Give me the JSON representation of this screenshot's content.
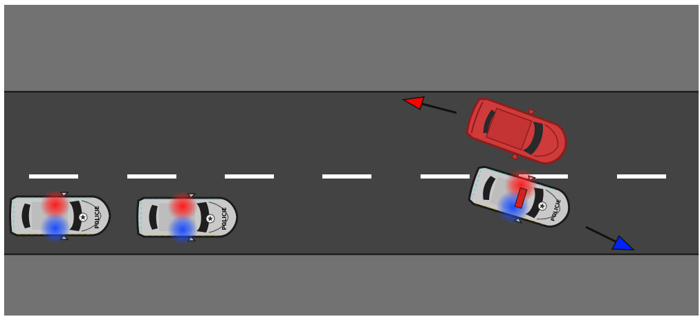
{
  "scene": {
    "colors": {
      "sidewalk": "#727272",
      "road": "#434343",
      "road_edge": "#111111",
      "lane_marking": "#ffffff",
      "suspect_car": "#cf3a3a",
      "suspect_car_dark": "#8f1c1c",
      "police_car": "#c9c9c9",
      "light_red": "#ff1a1a",
      "light_blue": "#1a4dff",
      "arrow_red": "#ff0000",
      "arrow_blue": "#0022ff"
    },
    "police_label": "POLICIE",
    "police_cars": [
      {
        "name": "police-car-1",
        "position": "left lane, behind"
      },
      {
        "name": "police-car-2",
        "position": "left lane, behind"
      },
      {
        "name": "police-car-3",
        "position": "right, ramming suspect"
      }
    ],
    "suspect_car": {
      "name": "suspect-car",
      "direction": "spinning out, upper left"
    },
    "arrows": [
      {
        "name": "suspect-trajectory-arrow",
        "color": "red"
      },
      {
        "name": "police-trajectory-arrow",
        "color": "blue"
      }
    ]
  }
}
